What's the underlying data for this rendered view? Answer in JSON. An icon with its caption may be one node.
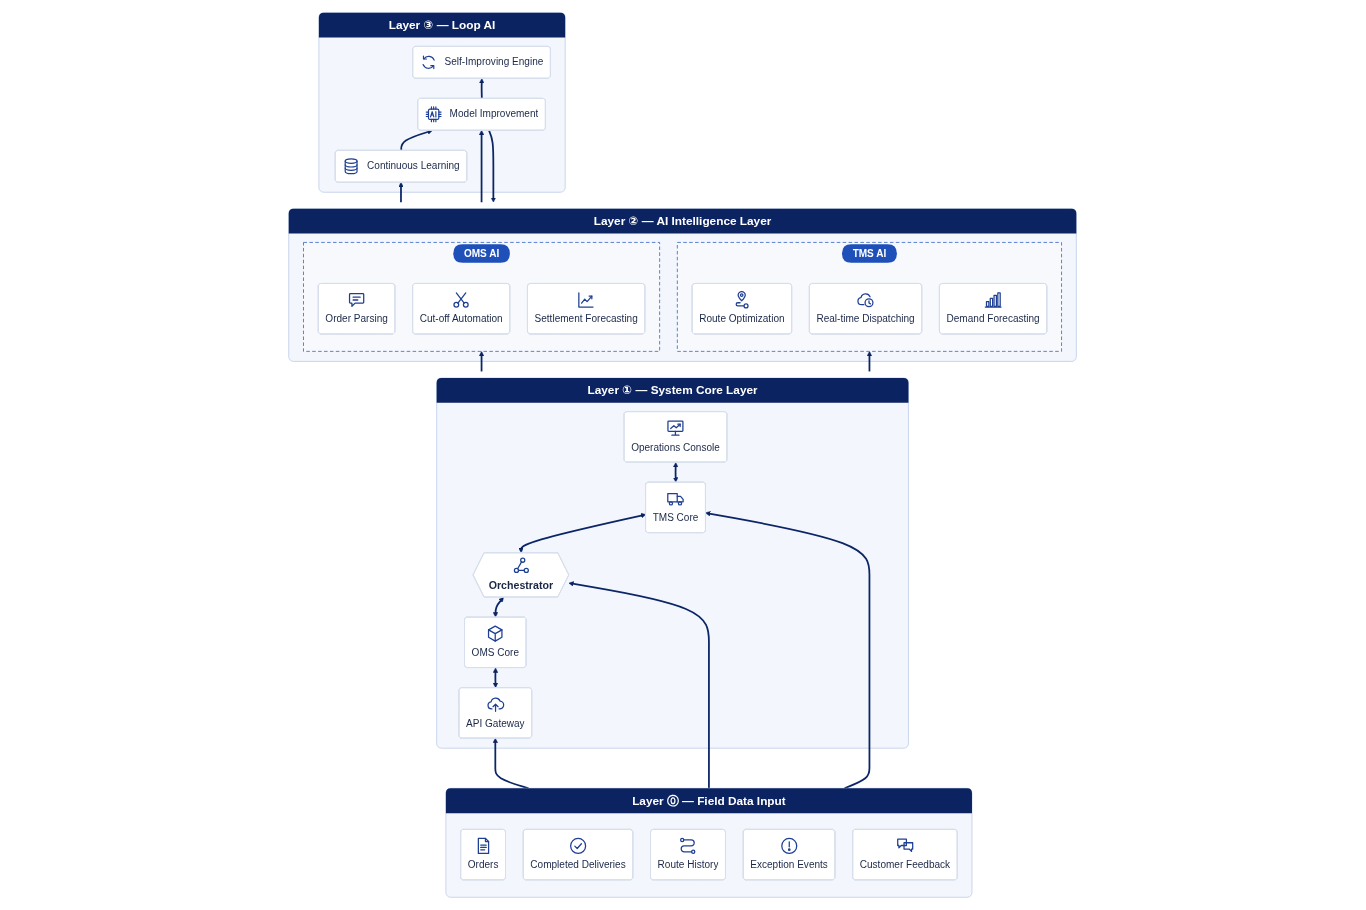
{
  "diagram": {
    "nodes": [
      {
        "text": [
          "Layer ③ — Loop AI"
        ]
      },
      {
        "text": [
          "Continuous Learning"
        ],
        "in": 0
      },
      {
        "text": [
          "Model Improvement"
        ],
        "in": 0
      },
      {
        "text": [
          "Self-Improving Engine"
        ],
        "in": 0
      },
      {
        "text": [
          "Layer ② — AI Intelligence Layer"
        ]
      },
      {
        "text": [
          "OMS AI"
        ],
        "in": 4
      },
      {
        "text": [
          "Order Parsing"
        ],
        "in": 5
      },
      {
        "text": [
          "Cut-off Automation"
        ],
        "in": 5
      },
      {
        "text": [
          "Settlement Forecasting"
        ],
        "in": 5
      },
      {
        "text": [
          "TMS AI"
        ],
        "in": 4
      },
      {
        "text": [
          "Route Optimization"
        ],
        "in": 9
      },
      {
        "text": [
          "Real-time Dispatching"
        ],
        "in": 9
      },
      {
        "text": [
          "Demand Forecasting"
        ],
        "in": 9
      },
      {
        "text": [
          "Layer ① — System Core Layer"
        ]
      },
      {
        "text": [
          "API Gateway"
        ],
        "in": 13
      },
      {
        "text": [
          "OMS Core"
        ],
        "in": 13
      },
      {
        "text": [
          "Orchestrator"
        ],
        "in": 13
      },
      {
        "text": [
          "TMS Core"
        ],
        "in": 13
      },
      {
        "text": [
          "Operations Console"
        ],
        "in": 13
      },
      {
        "text": [
          "Layer ⓪ — Field Data Input"
        ]
      },
      {
        "text": [
          "Orders"
        ],
        "in": 19
      },
      {
        "text": [
          "Completed Deliveries"
        ],
        "in": 19
      },
      {
        "text": [
          "Route History"
        ],
        "in": 19
      },
      {
        "text": [
          "Exception Events"
        ],
        "in": 19
      },
      {
        "text": [
          "Customer Feedback"
        ],
        "in": 19
      }
    ],
    "edges": [
      {
        "from": 1,
        "to": 2,
        "arrow": "to"
      },
      {
        "from": 2,
        "to": 3,
        "arrow": "to"
      },
      {
        "from": 4,
        "to": 1,
        "arrow": "to"
      },
      {
        "from": 4,
        "to": 2,
        "arrow": "to"
      },
      {
        "from": 2,
        "to": 4,
        "arrow": "to"
      },
      {
        "from": 13,
        "to": 5,
        "arrow": "to"
      },
      {
        "from": 13,
        "to": 9,
        "arrow": "to"
      },
      {
        "from": 14,
        "to": 15,
        "arrow": "both"
      },
      {
        "from": 15,
        "to": 16,
        "arrow": "both"
      },
      {
        "from": 16,
        "to": 17,
        "arrow": "both"
      },
      {
        "from": 17,
        "to": 18,
        "arrow": "both"
      },
      {
        "from": 19,
        "to": 14,
        "arrow": "to"
      },
      {
        "from": 19,
        "to": 16,
        "arrow": "to"
      },
      {
        "from": 19,
        "to": 17,
        "arrow": "to"
      }
    ]
  }
}
